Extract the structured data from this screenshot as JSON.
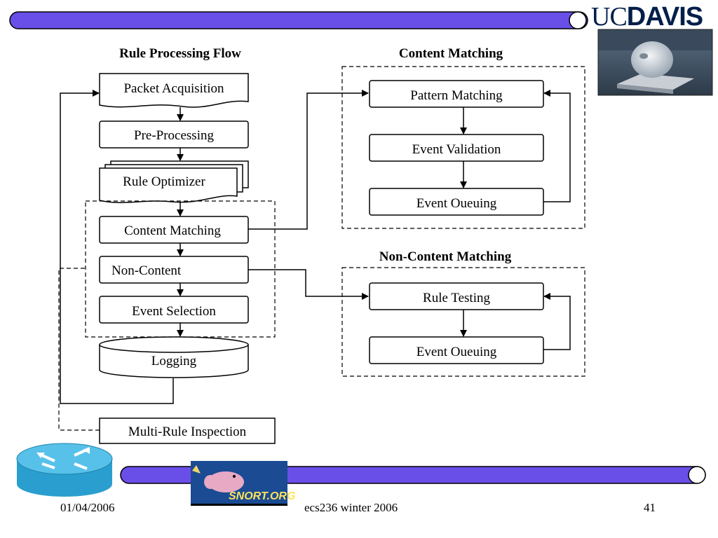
{
  "logo": {
    "uc": "UC",
    "davis": "DAVIS"
  },
  "badge": {
    "text": "SNORT.ORG"
  },
  "footer": {
    "date": "01/04/2006",
    "course": "ecs236 winter 2006",
    "page": "41"
  },
  "diagram": {
    "flow_title": "Rule Processing Flow",
    "flow": {
      "packet_acquisition": "Packet Acquisition",
      "pre_processing": "Pre-Processing",
      "rule_optimizer": "Rule Optimizer",
      "content_matching": "Content Matching",
      "non_content": "Non-Content",
      "event_selection": "Event Selection",
      "logging": "Logging",
      "multi_rule": "Multi-Rule Inspection"
    },
    "content_title": "Content Matching",
    "content": {
      "pattern_matching": "Pattern Matching",
      "event_validation": "Event Validation",
      "event_queuing": "Event Oueuing"
    },
    "noncontent_title": "Non-Content Matching",
    "noncontent": {
      "rule_testing": "Rule Testing",
      "event_queuing": "Event Oueuing"
    }
  },
  "colors": {
    "bar": "#6a4ee8",
    "bar_stroke": "#000000",
    "router": "#2a9fcf"
  }
}
